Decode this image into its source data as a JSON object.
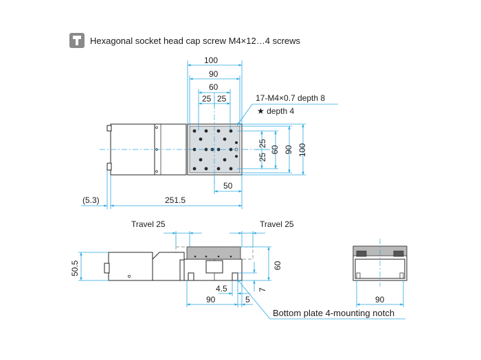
{
  "header": {
    "icon": "screw-icon",
    "text": "Hexagonal socket head cap screw M4×12…4 screws"
  },
  "top_view": {
    "dims_top": [
      "100",
      "90",
      "60"
    ],
    "dims_25": [
      "25",
      "25"
    ],
    "note_holes": "17-M4×0.7 depth 8",
    "note_star": "★ depth 4",
    "dims_right": [
      "25",
      "25",
      "60",
      "90",
      "100"
    ],
    "dim_50": "50",
    "dim_offset": "(5.3)",
    "dim_length": "251.5"
  },
  "side_view": {
    "travel_left": "Travel 25",
    "travel_right": "Travel 25",
    "dim_height": "50.5",
    "dim_60": "60",
    "dim_7": "7",
    "dim_4_5": "4.5",
    "dim_90": "90",
    "dim_5": "5",
    "note_notch": "Bottom plate 4-mounting notch"
  },
  "end_view": {
    "dim_90": "90"
  },
  "colors": {
    "dimension_lines": "#29a8e0",
    "body_gray": "#b9b9b9",
    "icon_gray": "#8a8a8a"
  }
}
